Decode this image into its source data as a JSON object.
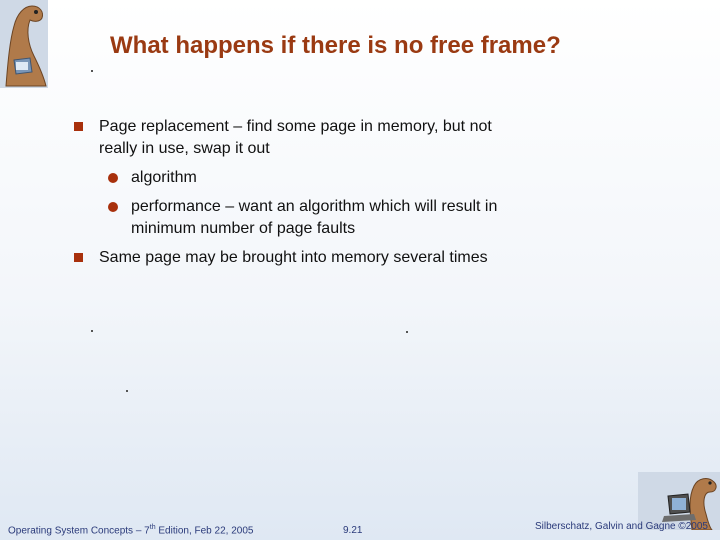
{
  "slide": {
    "title": "What happens if there is no free frame?",
    "bullets": [
      {
        "text_line1": "Page replacement – find some page in memory, but not",
        "text_line2": "really in use, swap it out",
        "sub_bullets": [
          {
            "text_line1": "algorithm"
          },
          {
            "text_line1": "performance – want an algorithm which will result in",
            "text_line2": "minimum number of page faults"
          }
        ]
      },
      {
        "text_line1": "Same page may be brought into memory several times"
      }
    ]
  },
  "footer": {
    "left_prefix": "Operating System Concepts – 7",
    "left_sup": "th",
    "left_suffix": " Edition, Feb 22, 2005",
    "center": "9.21",
    "right": "Silberschatz, Galvin and Gagne ©2005"
  },
  "colors": {
    "title": "#9a3a12",
    "bullet": "#a8300c",
    "footer_text": "#2a3a7a"
  }
}
